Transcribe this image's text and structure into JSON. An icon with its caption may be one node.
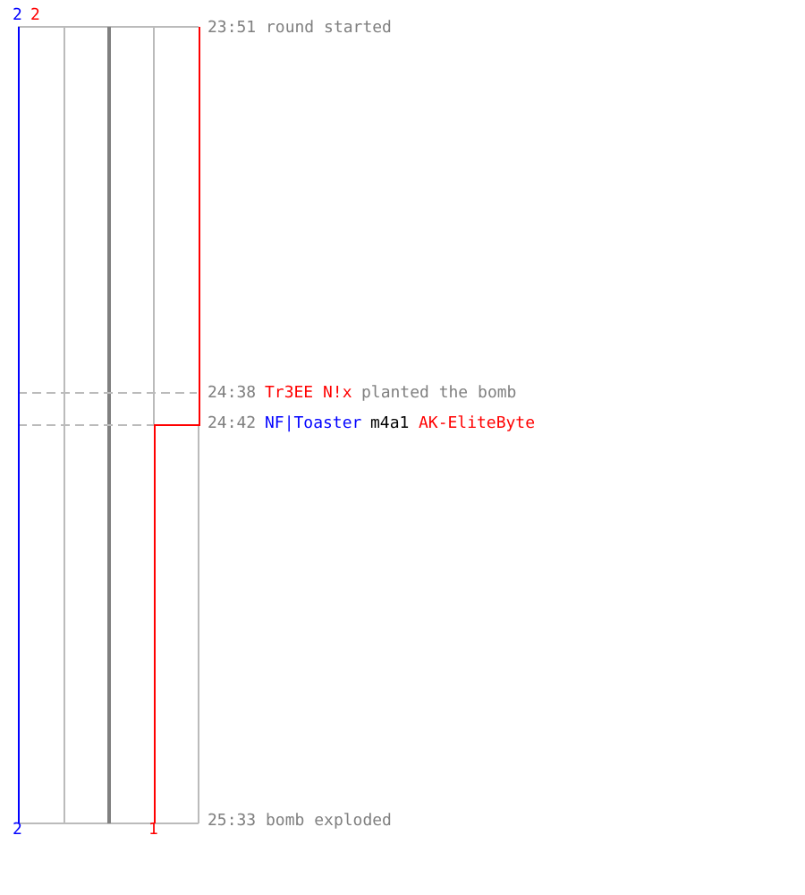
{
  "diagram": {
    "labels": [
      "2",
      "2",
      "23:51 round started",
      "24:38",
      "Tr3EE N!x",
      "planted the bomb",
      "24:42",
      "NF|Toaster",
      "m4a1",
      "AK-EliteByte",
      "2",
      "1",
      "25:33 bomb exploded"
    ]
  }
}
